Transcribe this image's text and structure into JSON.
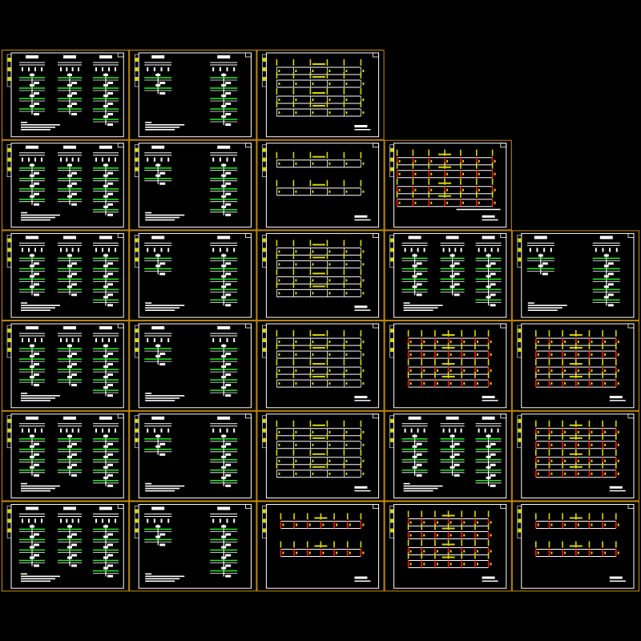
{
  "drawing": {
    "colors": {
      "background": "#000000",
      "sheet_border": "#c8900a",
      "frame": "#ffffff",
      "detail_line": "#22ee22",
      "beam_mark": "#d8d800",
      "support_mark": "#ff1010"
    },
    "rows": [
      [
        "column-details-3",
        "column-details-2",
        "beam-elevation-4"
      ],
      [
        "column-details-3",
        "column-details-2",
        "beam-elevation-2",
        "beam-red-wide"
      ],
      [
        "column-details-3",
        "column-details-2",
        "beam-elevation-4",
        "column-details-3",
        "column-details-2"
      ],
      [
        "column-details-3",
        "column-details-2",
        "beam-elevation-4",
        "beam-red-4",
        "beam-red-4"
      ],
      [
        "column-details-3",
        "column-details-2",
        "beam-elevation-4",
        "column-details-3",
        "beam-red-4"
      ],
      [
        "column-details-3",
        "column-details-2",
        "beam-red-2",
        "beam-red-4",
        "beam-red-2"
      ]
    ]
  }
}
